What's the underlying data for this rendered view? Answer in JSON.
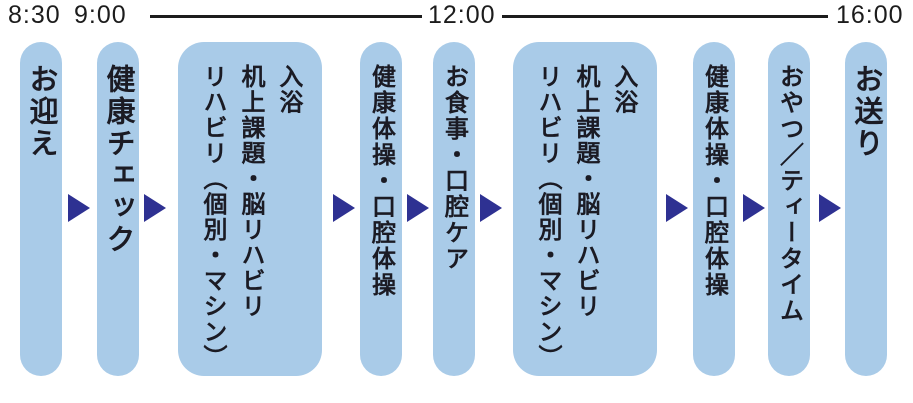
{
  "timeline": {
    "labels": [
      "8:30",
      "9:00",
      "12:00",
      "16:00"
    ]
  },
  "schedule": {
    "steps": [
      {
        "type": "pill",
        "label": "お迎え"
      },
      {
        "type": "pill",
        "label": "健康チェック"
      },
      {
        "type": "box",
        "lines": [
          "入浴",
          "机上課題・脳リハビリ",
          "リハビリ（個別・マシン）"
        ]
      },
      {
        "type": "pill",
        "label": "健康体操・口腔体操"
      },
      {
        "type": "pill",
        "label": "お食事・口腔ケア"
      },
      {
        "type": "box",
        "lines": [
          "入浴",
          "机上課題・脳リハビリ",
          "リハビリ（個別・マシン）"
        ]
      },
      {
        "type": "pill",
        "label": "健康体操・口腔体操"
      },
      {
        "type": "pill",
        "label": "おやつ／ティータイム"
      },
      {
        "type": "pill",
        "label": "お送り"
      }
    ]
  },
  "colors": {
    "pill_fill": "#a9cbe8",
    "arrow": "#2e3192",
    "text": "#1b1b24",
    "timeline_line": "#1c1c1c"
  }
}
